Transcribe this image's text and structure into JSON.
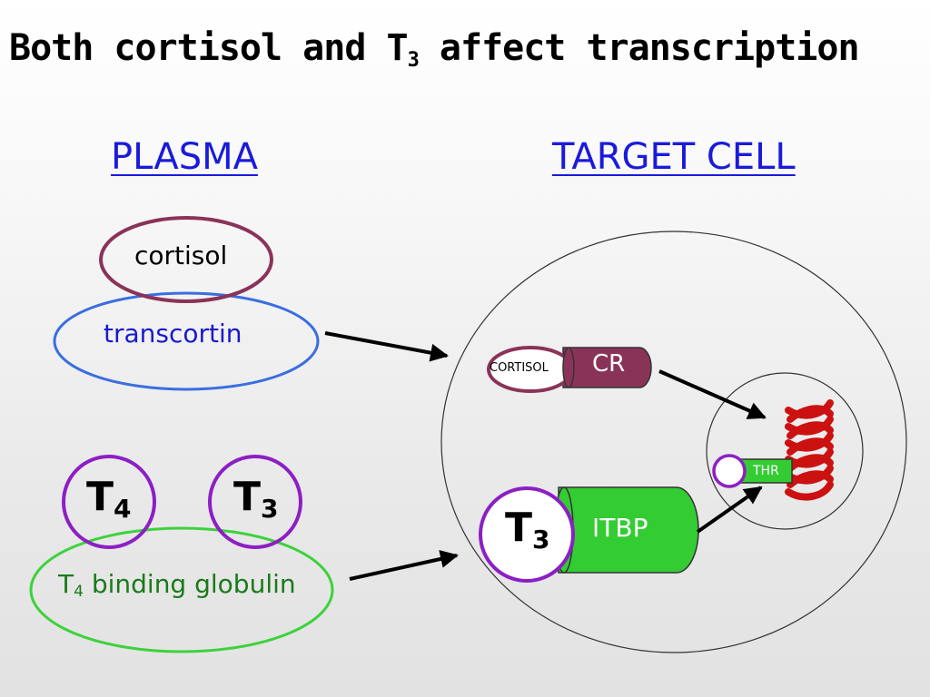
{
  "title": {
    "main": "Both cortisol and T",
    "sub": "3",
    "rest": " affect transcription"
  },
  "headings": {
    "plasma": "PLASMA",
    "target_cell": "TARGET CELL"
  },
  "plasma": {
    "cortisol": "cortisol",
    "transcortin": "transcortin",
    "t4": {
      "base": "T",
      "sub": "4"
    },
    "t3": {
      "base": "T",
      "sub": "3"
    },
    "binding_globulin": {
      "base": "T",
      "sub": "4",
      "rest": " binding globulin"
    }
  },
  "cell": {
    "cortisol_tag": "CORTISOL",
    "cr": "CR",
    "t3": {
      "base": "T",
      "sub": "3"
    },
    "itbp": "ITBP",
    "thr": "THR"
  },
  "colors": {
    "heading": "#1a1adc",
    "cortisol_ring": "#8a3358",
    "cr_receptor": "#8a3358",
    "transcortin_ring": "#3a6ee0",
    "thyroid_ring": "#8c1fc4",
    "globulin_ring": "#3cd23c",
    "itbp": "#33cc33",
    "dna": "#cc1111",
    "transcortin_text": "#1a1acc",
    "globulin_text": "#1a7a1a"
  }
}
